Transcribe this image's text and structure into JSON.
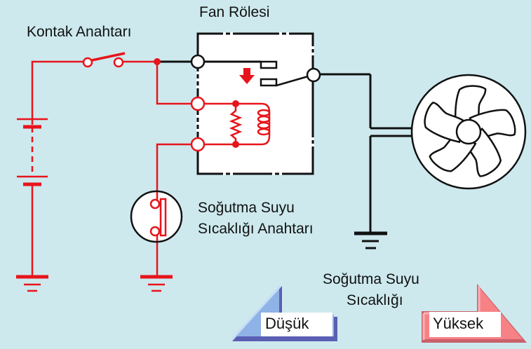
{
  "labels": {
    "ignition_switch": "Kontak Anahtarı",
    "fan_relay": "Fan Rölesi",
    "coolant_temp_switch_line1": "Soğutma Suyu",
    "coolant_temp_switch_line2": "Sıcaklığı Anahtarı",
    "coolant_temp_line1": "Soğutma Suyu",
    "coolant_temp_line2": "Sıcaklığı"
  },
  "buttons": {
    "low": "Düşük",
    "high": "Yüksek"
  },
  "colors": {
    "background": "#cde9ee",
    "active_wire": "#e8141b",
    "inactive_wire": "#111111",
    "low_button_light": "#a9c7f0",
    "low_button_dark": "#5a5fb4",
    "high_button_light": "#f7a7a9",
    "high_button_dark": "#c9606a"
  }
}
